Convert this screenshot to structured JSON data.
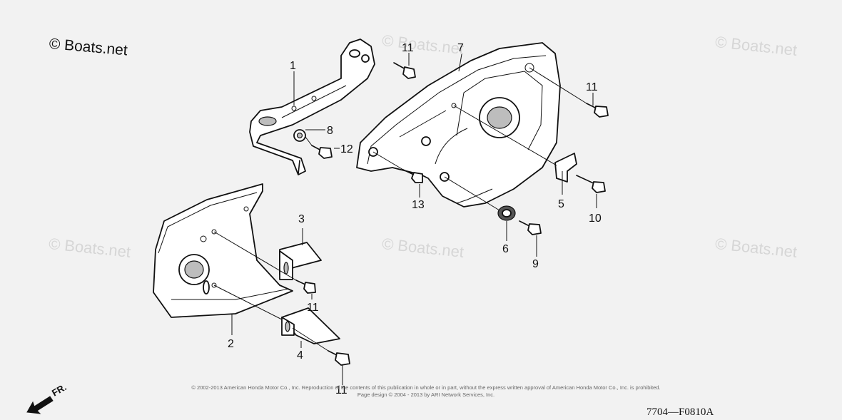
{
  "brand": "© Boats.net",
  "watermark": "© Boats.net",
  "diagram_code": "7704—F0810A",
  "direction_label": "FR.",
  "copyright_line1": "© 2002-2013 American Honda Motor Co., Inc. Reproduction of the contents of this publication in whole or in part, without the express written approval of American Honda Motor Co., Inc. is prohibited.",
  "copyright_line2": "Page design © 2004 - 2013 by ARI Network Services, Inc.",
  "callouts": [
    {
      "id": "c1",
      "label": "1"
    },
    {
      "id": "c2",
      "label": "2"
    },
    {
      "id": "c3",
      "label": "3"
    },
    {
      "id": "c4",
      "label": "4"
    },
    {
      "id": "c5",
      "label": "5"
    },
    {
      "id": "c6",
      "label": "6"
    },
    {
      "id": "c7",
      "label": "7"
    },
    {
      "id": "c8",
      "label": "8"
    },
    {
      "id": "c9",
      "label": "9"
    },
    {
      "id": "c10",
      "label": "10"
    },
    {
      "id": "c11a",
      "label": "11"
    },
    {
      "id": "c11b",
      "label": "11"
    },
    {
      "id": "c11c",
      "label": "11"
    },
    {
      "id": "c11d",
      "label": "11"
    },
    {
      "id": "c12",
      "label": "12"
    },
    {
      "id": "c13",
      "label": "13"
    }
  ]
}
